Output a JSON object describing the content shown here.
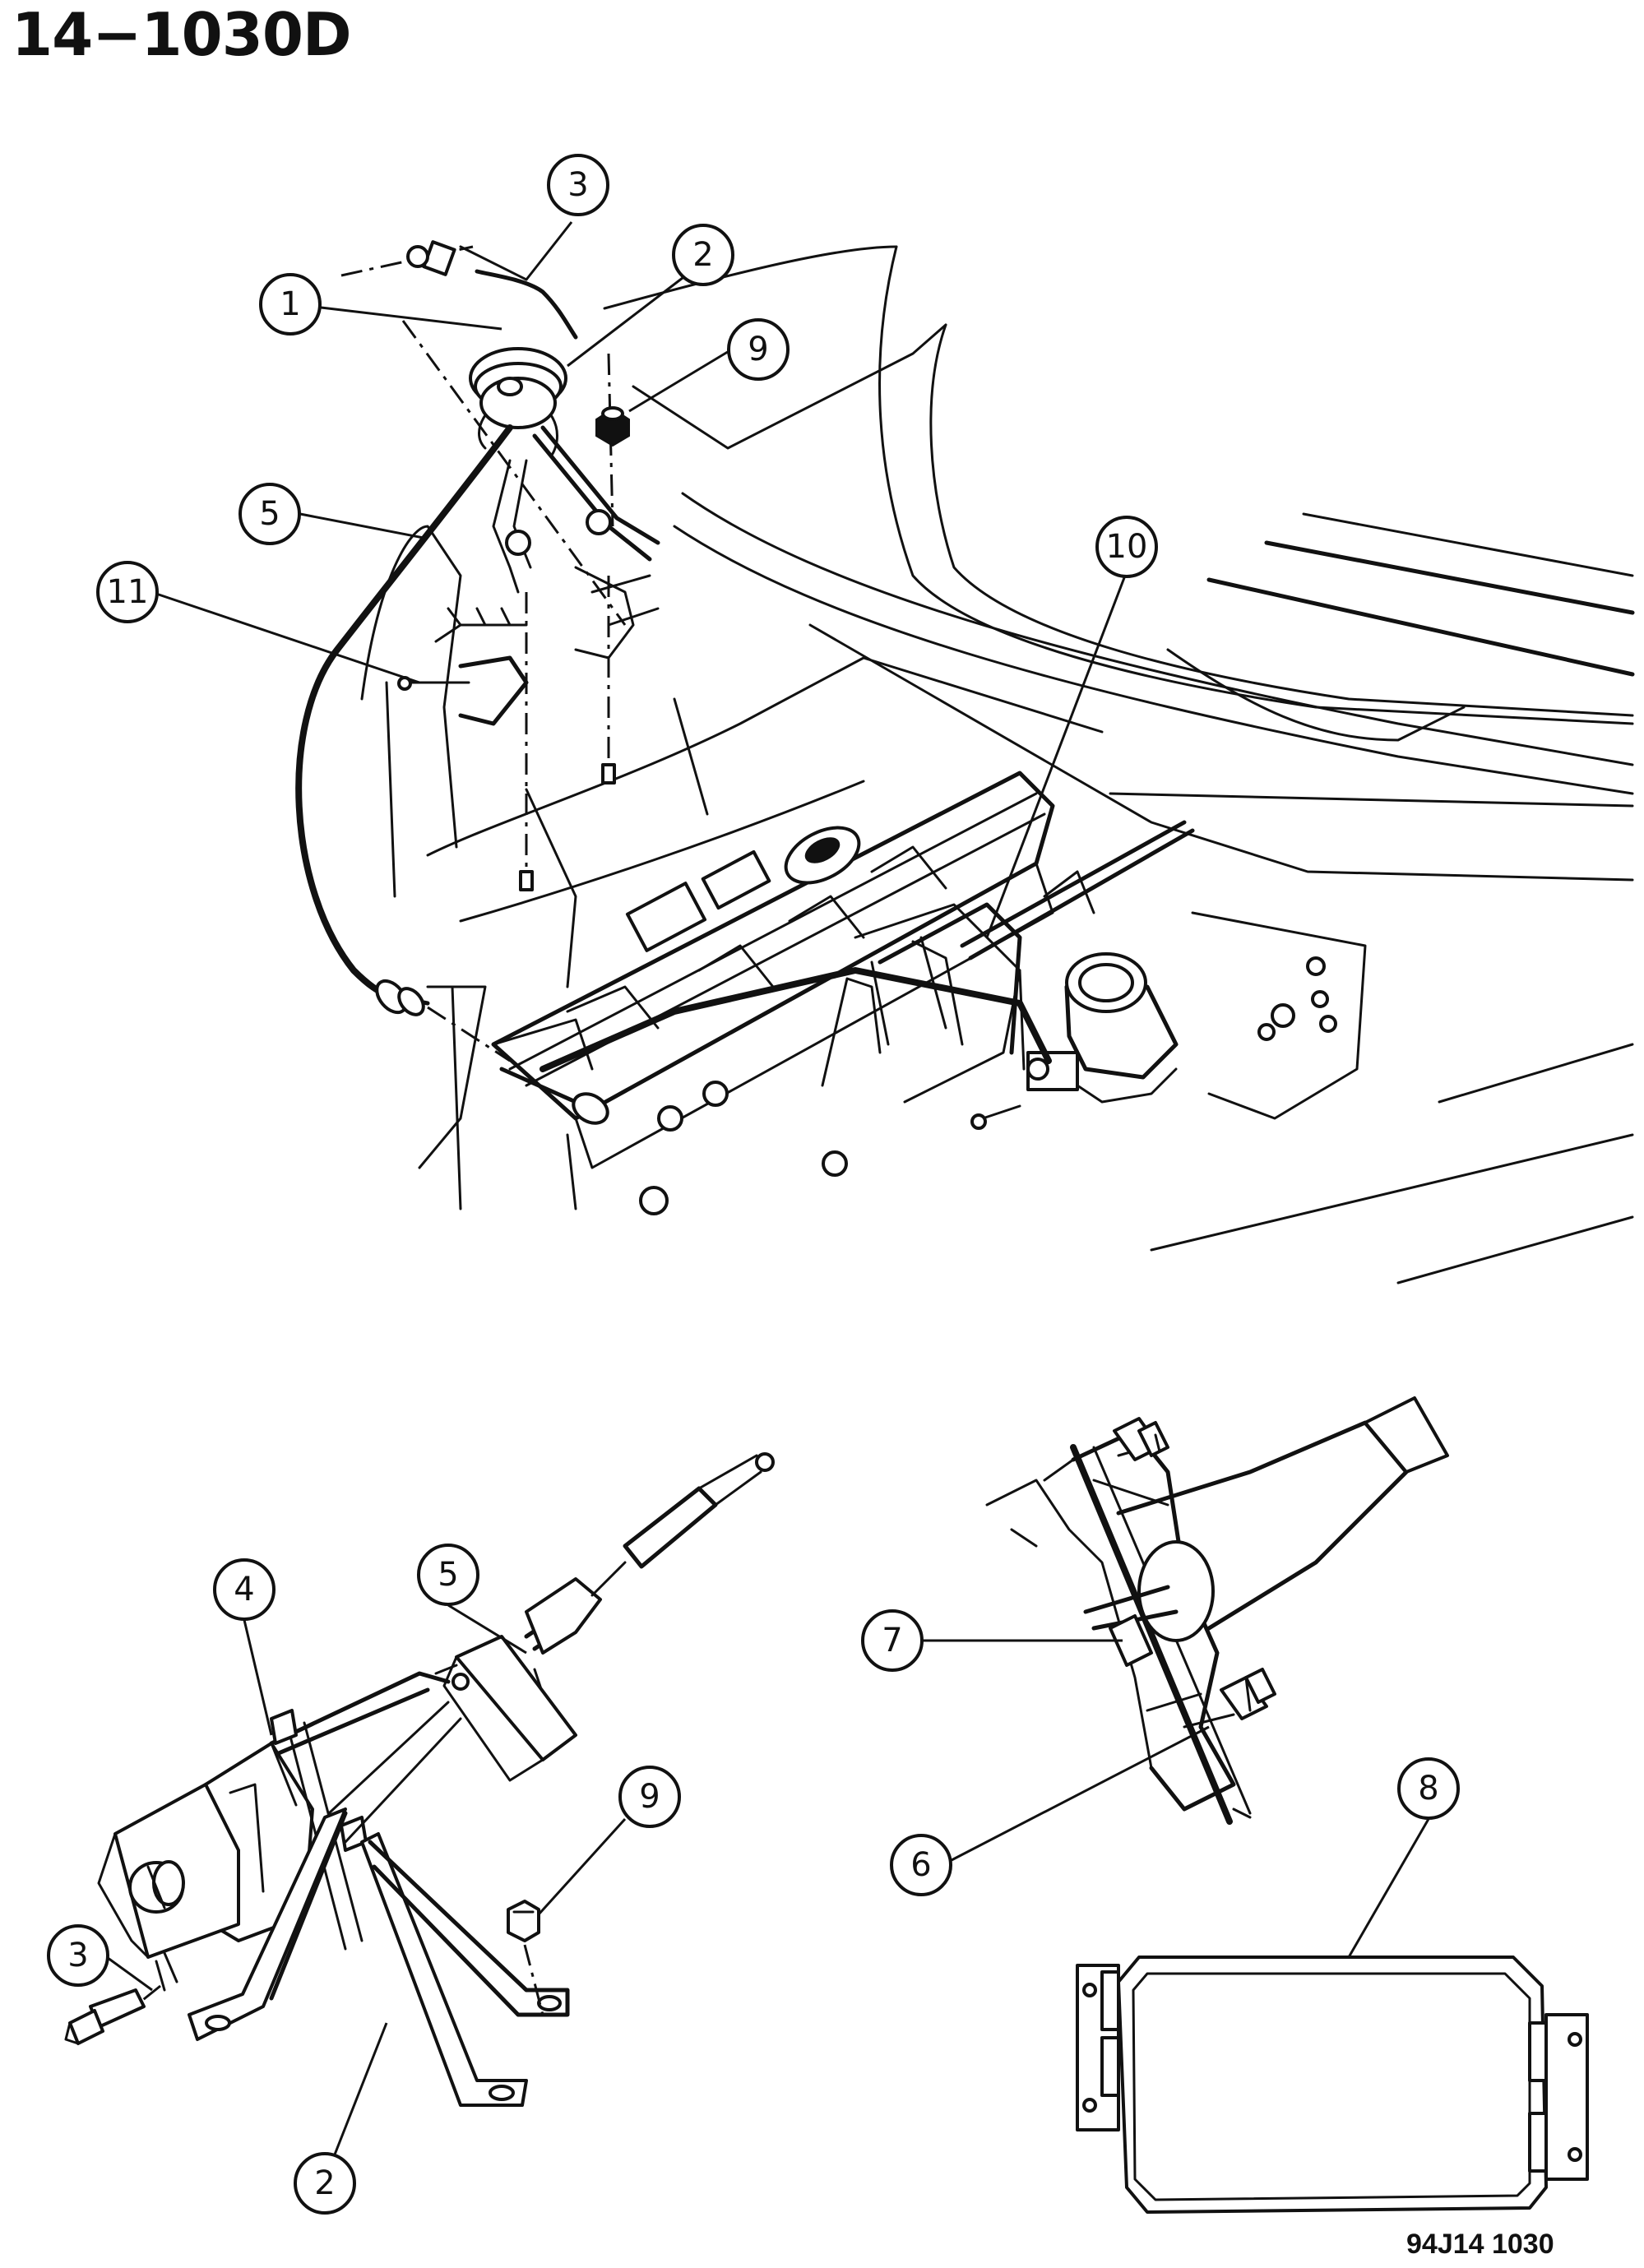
{
  "page_title": "14−1030D",
  "figure_code": "94J14  1030",
  "diagram": {
    "callouts": [
      {
        "id": "c3-top",
        "label": "3"
      },
      {
        "id": "c2-top",
        "label": "2"
      },
      {
        "id": "c1-top",
        "label": "1"
      },
      {
        "id": "c9-top",
        "label": "9"
      },
      {
        "id": "c5-top",
        "label": "5"
      },
      {
        "id": "c11-top",
        "label": "11"
      },
      {
        "id": "c10-top",
        "label": "10"
      },
      {
        "id": "c5-bottom",
        "label": "5"
      },
      {
        "id": "c4-bottom",
        "label": "4"
      },
      {
        "id": "c7-bottom",
        "label": "7"
      },
      {
        "id": "c9-bottom",
        "label": "9"
      },
      {
        "id": "c6-bottom",
        "label": "6"
      },
      {
        "id": "c8-bottom",
        "label": "8"
      },
      {
        "id": "c3-bottom",
        "label": "3"
      },
      {
        "id": "c2-bottom",
        "label": "2"
      }
    ]
  }
}
